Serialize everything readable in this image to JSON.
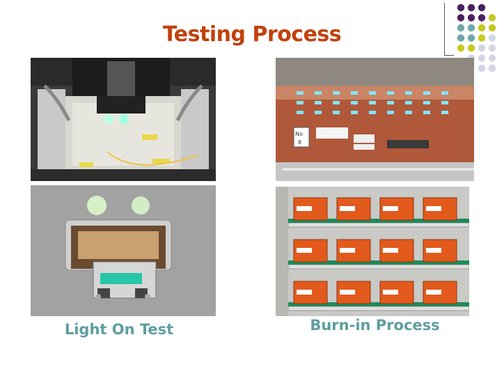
{
  "slide": {
    "title": "Testing Process",
    "caption_left": "Light On Test",
    "caption_right": "Burn-in Process"
  },
  "colors": {
    "title": "#c2410c",
    "caption": "#5f9ea0",
    "dot_purple": "#4b1f5c",
    "dot_teal": "#6fa8a8",
    "dot_yellow": "#c8c820",
    "dot_lavender": "#d4d4e6"
  },
  "photo_labels": {
    "tray_no": "No",
    "tray_num": "8"
  }
}
